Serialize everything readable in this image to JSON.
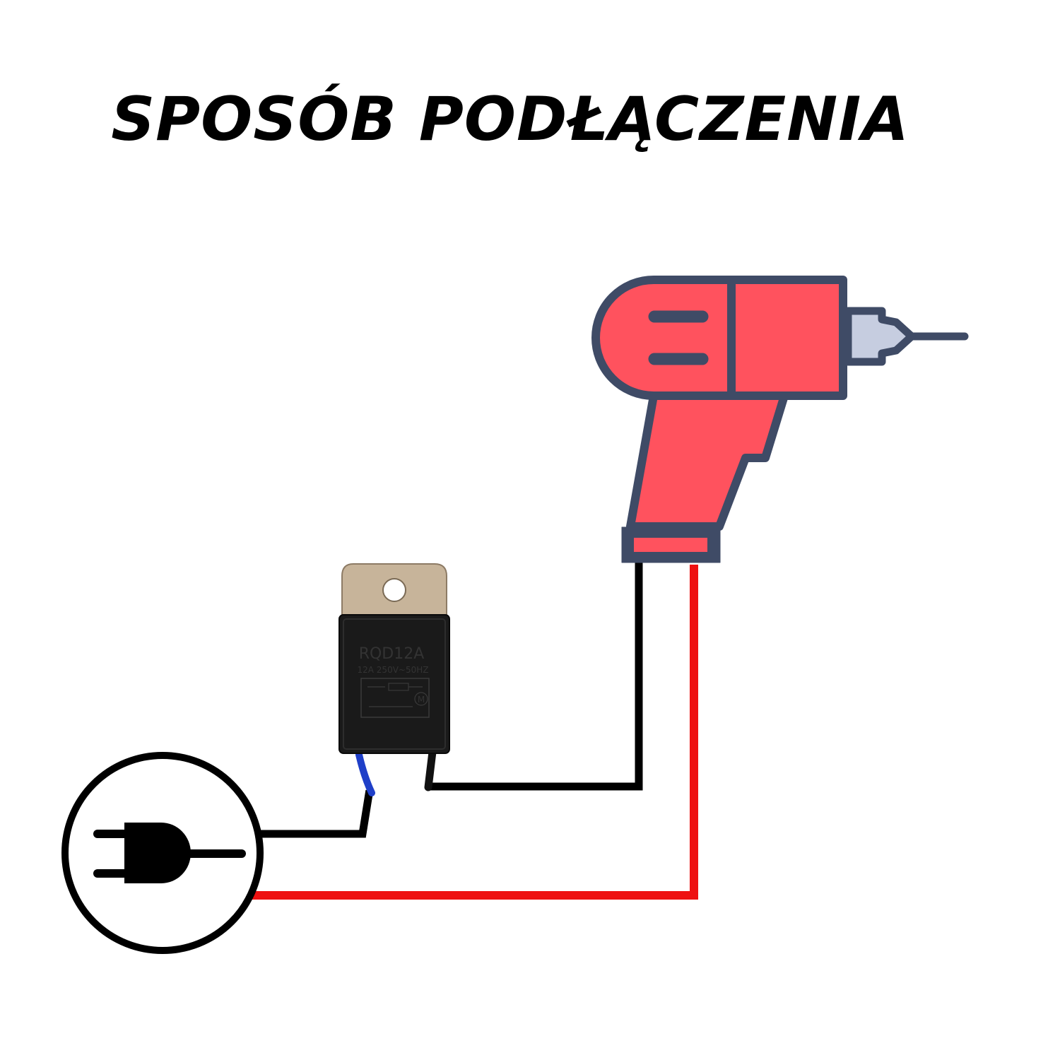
{
  "title": "SPOSÓB PODŁĄCZENIA",
  "module": {
    "model": "RQD12A",
    "rating": "12A 250V~50HZ",
    "schematic_mark": "M"
  },
  "colors": {
    "drill_body": "#ff525e",
    "drill_outline": "#3f4b66",
    "chuck": "#c6cde0",
    "wire_black": "#000000",
    "wire_red": "#ee1111",
    "wire_blue": "#1f3fc8",
    "module_body": "#1a1a1a",
    "module_tab": "#c7b49a"
  },
  "icons": {
    "plug": "plug-icon",
    "drill": "drill-icon",
    "module": "soft-start-module"
  }
}
